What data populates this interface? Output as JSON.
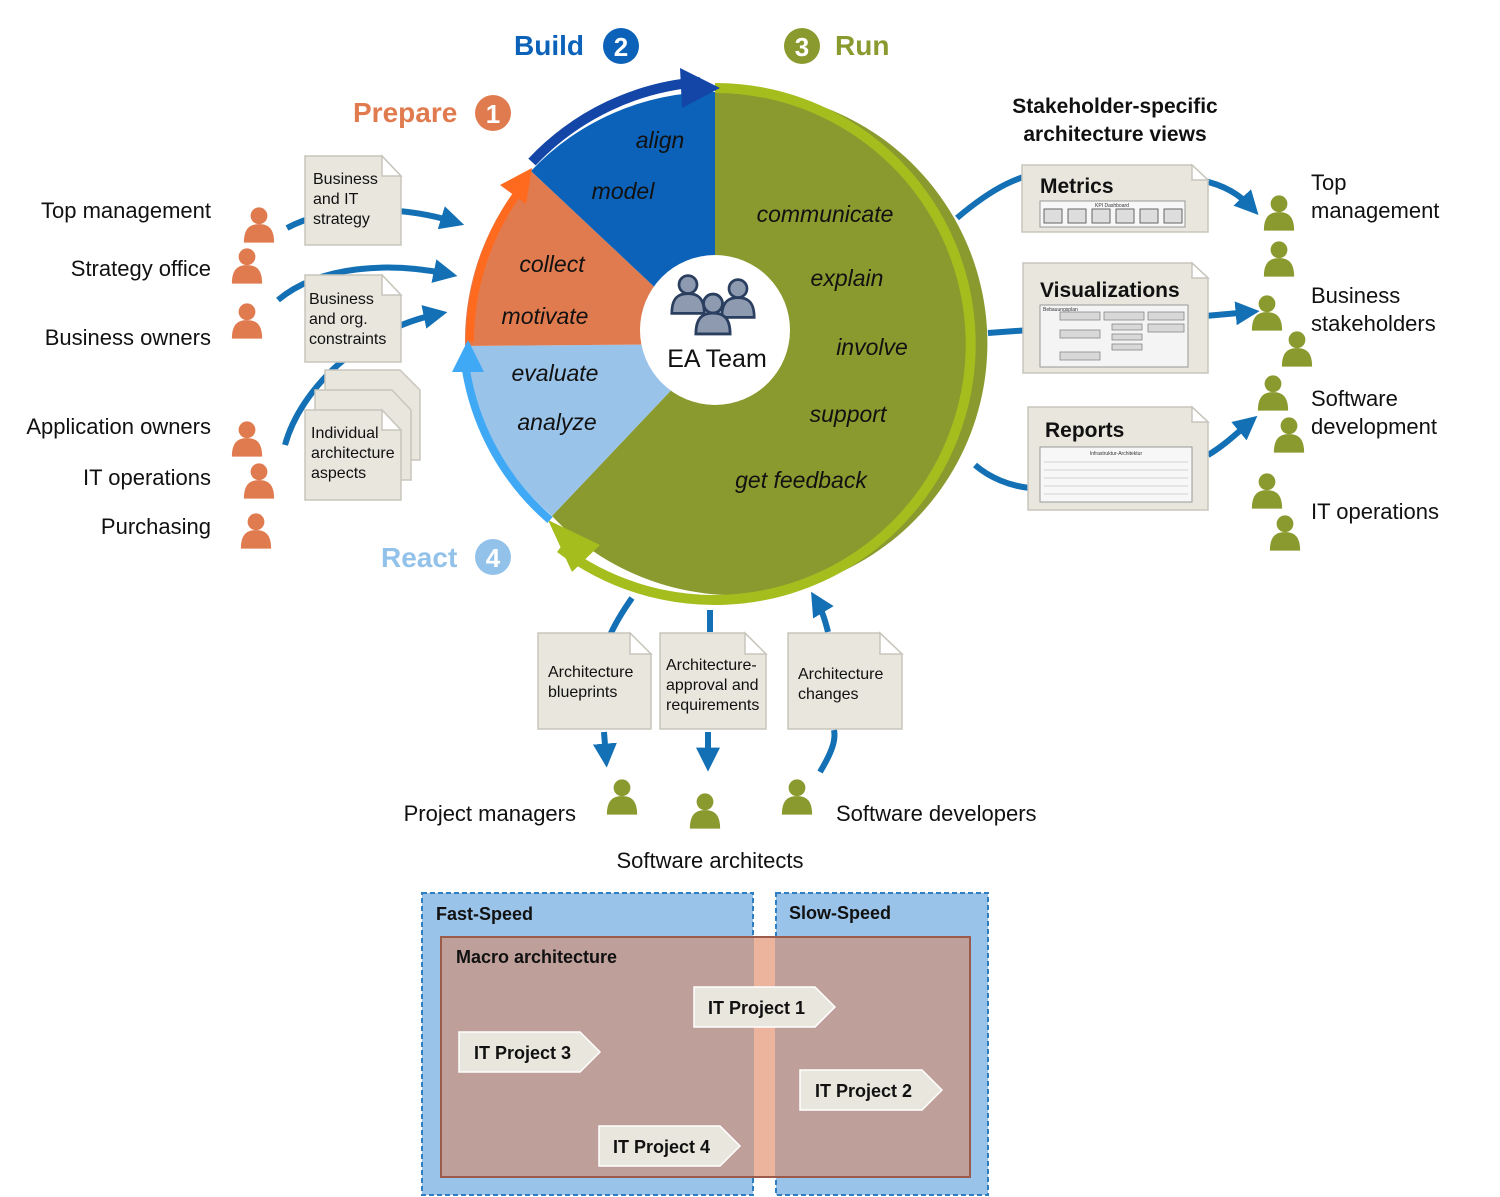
{
  "phases": {
    "prepare": {
      "label": "Prepare",
      "num": "1",
      "color": "#E07B4F"
    },
    "build": {
      "label": "Build",
      "num": "2",
      "color": "#0B62B8"
    },
    "run": {
      "label": "Run",
      "num": "3",
      "color": "#8A9A2E"
    },
    "react": {
      "label": "React",
      "num": "4",
      "color": "#92C2EA"
    }
  },
  "center_label": "EA Team",
  "activities": {
    "build": [
      "align",
      "model"
    ],
    "prepare": [
      "collect",
      "motivate"
    ],
    "react": [
      "evaluate",
      "analyze"
    ],
    "run": [
      "communicate",
      "explain",
      "involve",
      "support",
      "get feedback"
    ]
  },
  "left_stakeholders": [
    "Top management",
    "Strategy office",
    "Business owners",
    "Application owners",
    "IT operations",
    "Purchasing"
  ],
  "left_docs": [
    [
      "Business",
      "and IT",
      "strategy"
    ],
    [
      "Business",
      "and org.",
      "constraints"
    ],
    [
      "Individual",
      "architecture",
      "aspects"
    ]
  ],
  "views_title": [
    "Stakeholder-specific",
    "architecture views"
  ],
  "views": [
    "Metrics",
    "Visualizations",
    "Reports"
  ],
  "view_thumbs": {
    "metrics": "KPI Dashboard",
    "visualizations": "Bebauungsplan",
    "reports": "Infrastruktur-Architektur"
  },
  "right_stakeholders": [
    [
      "Top",
      "management"
    ],
    [
      "Business",
      "stakeholders"
    ],
    [
      "Software",
      "development"
    ],
    [
      "IT operations"
    ]
  ],
  "bottom_docs": [
    [
      "Architecture",
      "blueprints"
    ],
    [
      "Architecture-",
      "approval and",
      "requirements"
    ],
    [
      "Architecture",
      "changes"
    ]
  ],
  "bottom_stakeholders": {
    "project_managers": "Project managers",
    "software_architects": "Software architects",
    "software_developers": "Software developers"
  },
  "speed": {
    "fast": "Fast-Speed",
    "slow": "Slow-Speed",
    "macro": "Macro architecture",
    "projects": [
      "IT Project 1",
      "IT Project 2",
      "IT Project 3",
      "IT Project 4"
    ]
  },
  "colors": {
    "orange_person": "#E07B4F",
    "green_person": "#8A9A2E",
    "arrow_blue": "#1370B4",
    "doc_fill": "#E8E6DD",
    "speed_blue": "#99C3E8",
    "macro_fill": "#BE9F99"
  }
}
